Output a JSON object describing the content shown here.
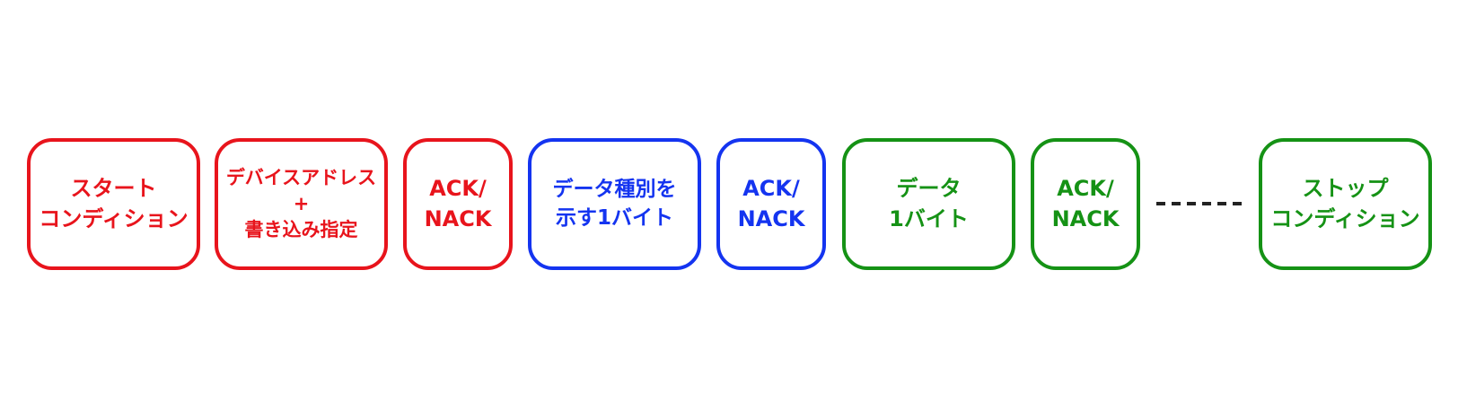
{
  "blocks": [
    {
      "id": "start",
      "label": "スタート\nコンディション",
      "color": "red"
    },
    {
      "id": "address",
      "label": "デバイスアドレス\n+\n書き込み指定",
      "color": "red"
    },
    {
      "id": "ack1",
      "label": "ACK/\nNACK",
      "color": "red"
    },
    {
      "id": "datatype",
      "label": "データ種別を\n示す1バイト",
      "color": "blue"
    },
    {
      "id": "ack2",
      "label": "ACK/\nNACK",
      "color": "blue"
    },
    {
      "id": "data",
      "label": "データ\n1バイト",
      "color": "green"
    },
    {
      "id": "ack3",
      "label": "ACK/\nNACK",
      "color": "green"
    },
    {
      "id": "stop",
      "label": "ストップ\nコンディション",
      "color": "green"
    }
  ],
  "colors": {
    "red": "#e8141c",
    "blue": "#1434f0",
    "green": "#159215"
  }
}
